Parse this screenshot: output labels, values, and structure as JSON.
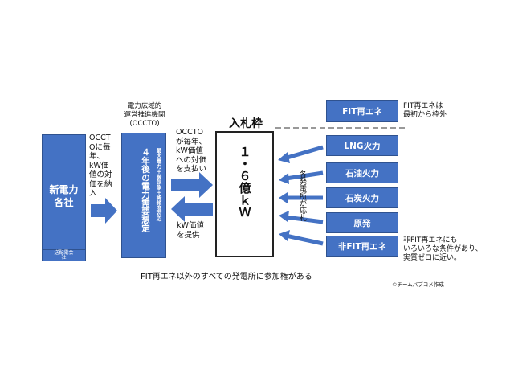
{
  "new_power": {
    "title": "新電力\n各社",
    "bottom_label": "送配電会\n社"
  },
  "new_to_occto_note": "OCCT\nOに毎\n年、\nkW価\n値の対\n価を納\n入",
  "occto_header": "電力広域的\n運営推進機関\n(OCCTO)",
  "occto_box": {
    "main": "４年後の電力需要想定",
    "sub": "最大電力＋厳気象＋稀頻度対応"
  },
  "occto_to_market_note": "OCCTO\nが毎年、\nkW価値\nへの対価\nを支払い",
  "market_to_occto_note": "kW価値\nを提供",
  "market_header": "入札枠",
  "market_box_text": "１・６億ｋＷ",
  "bid_note": "各発電所が応札",
  "plants": [
    "LNG火力",
    "石油火力",
    "石炭火力",
    "原発",
    "非FIT再エネ"
  ],
  "fit_box": "FIT再エネ",
  "fit_note": "FIT再エネは\n最初から枠外",
  "nonfit_note": "非FIT再エネにも\nいろいろな条件があり、\n実質ゼロに近い。",
  "caption": "FIT再エネ以外のすべての発電所に参加権がある",
  "credit": "©チームバブコメ作成",
  "colors": {
    "box_fill": "#4472c4",
    "box_border": "#2f528f",
    "arrow": "#4472c4"
  }
}
